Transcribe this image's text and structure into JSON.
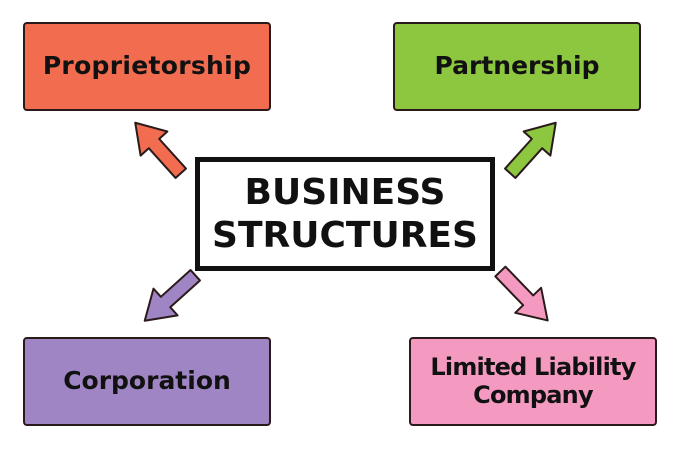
{
  "center": {
    "line1": "BUSINESS",
    "line2": "STRUCTURES"
  },
  "nodes": [
    {
      "label": "Proprietorship",
      "color": "#f26d50"
    },
    {
      "label": "Partnership",
      "color": "#8dc63f"
    },
    {
      "label": "Corporation",
      "color": "#a085c4"
    },
    {
      "label_line1": "Limited Liability",
      "label_line2": "Company",
      "color": "#f49ac1"
    }
  ]
}
